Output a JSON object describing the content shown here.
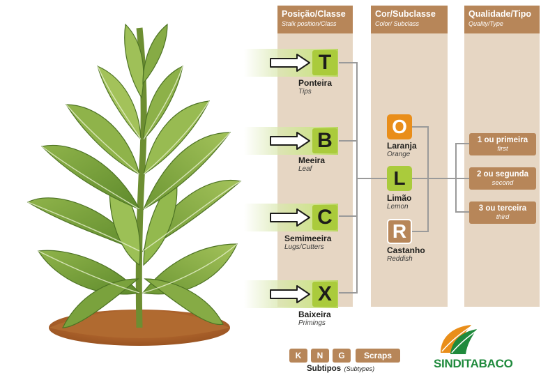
{
  "columns": {
    "position": {
      "title": "Posição/Classe",
      "subtitle": "Stalk position/Class"
    },
    "color": {
      "title": "Cor/Subclasse",
      "subtitle": "Color/ Subclass"
    },
    "quality": {
      "title": "Qualidade/Tipo",
      "subtitle": "Quality/Type"
    }
  },
  "positions": [
    {
      "letter": "T",
      "name": "Ponteira",
      "english": "Tips"
    },
    {
      "letter": "B",
      "name": "Meeira",
      "english": "Leaf"
    },
    {
      "letter": "C",
      "name": "Semimeeira",
      "english": "Lugs/Cutters"
    },
    {
      "letter": "X",
      "name": "Baixeira",
      "english": "Primings"
    }
  ],
  "colors": [
    {
      "letter": "O",
      "name": "Laranja",
      "english": "Orange",
      "fill": "#e98e1a"
    },
    {
      "letter": "L",
      "name": "Limão",
      "english": "Lemon",
      "fill": "#aacb3c"
    },
    {
      "letter": "R",
      "name": "Castanho",
      "english": "Reddish",
      "fill": "#b78659"
    }
  ],
  "qualities": [
    {
      "name": "1 ou primeira",
      "english": "first"
    },
    {
      "name": "2 ou segunda",
      "english": "second"
    },
    {
      "name": "3 ou terceira",
      "english": "third"
    }
  ],
  "subtypes": {
    "items": [
      "K",
      "N",
      "G",
      "Scraps"
    ],
    "label": "Subtipos",
    "english": "(Subtypes)"
  },
  "logo": {
    "text": "SINDITABACO",
    "icon": "tobacco-leaf-logo-icon"
  },
  "colors_theme": {
    "tan": "#b78659",
    "panel": "#e6d6c3",
    "green": "#aacb3c",
    "orange": "#e98e1a",
    "brand_green": "#1f8a3c"
  }
}
